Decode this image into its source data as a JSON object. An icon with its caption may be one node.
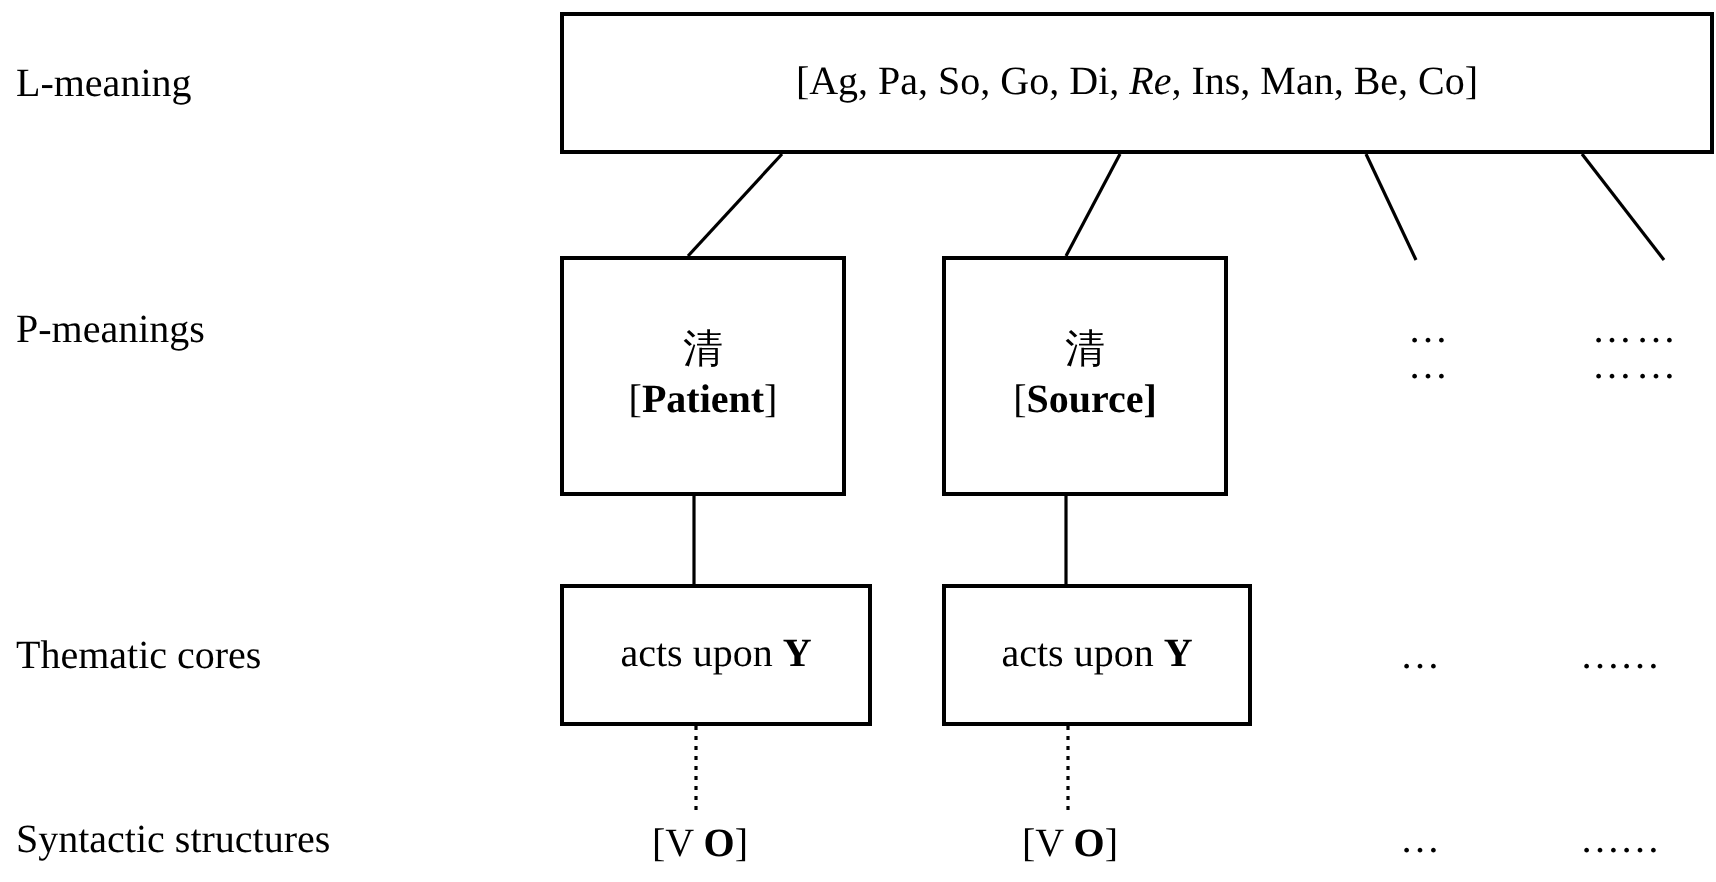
{
  "diagram": {
    "nodes": [
      {
        "text": [
          "[Ag, Pa, So, Go, Di, *Re*, Ins, Man, Be, Co]"
        ]
      },
      {
        "text": [
          "清",
          "[**Patient**]"
        ]
      },
      {
        "text": [
          "清",
          "[**Source]**"
        ]
      },
      {
        "text": [
          "…",
          "…"
        ]
      },
      {
        "text": [
          "……",
          "……"
        ]
      },
      {
        "text": [
          "acts upon **Y**"
        ]
      },
      {
        "text": [
          "acts upon **Y**"
        ]
      },
      {
        "text": [
          "[V **O**]"
        ]
      },
      {
        "text": [
          "[V **O**]"
        ]
      }
    ],
    "edges": [
      {
        "from": 0,
        "to": 1,
        "arrow": "none"
      },
      {
        "from": 0,
        "to": 2,
        "arrow": "none"
      },
      {
        "from": 0,
        "to": 3,
        "arrow": "none"
      },
      {
        "from": 0,
        "to": 4,
        "arrow": "none"
      },
      {
        "from": 1,
        "to": 5,
        "arrow": "none"
      },
      {
        "from": 2,
        "to": 6,
        "arrow": "none"
      },
      {
        "from": 5,
        "to": 7,
        "arrow": "none",
        "style": "dashed"
      },
      {
        "from": 6,
        "to": 8,
        "arrow": "none",
        "style": "dashed"
      }
    ],
    "labels": [
      "L-meaning",
      "P-meanings",
      "Thematic cores",
      "…",
      "……",
      "Syntactic structures",
      "…",
      "……"
    ]
  }
}
